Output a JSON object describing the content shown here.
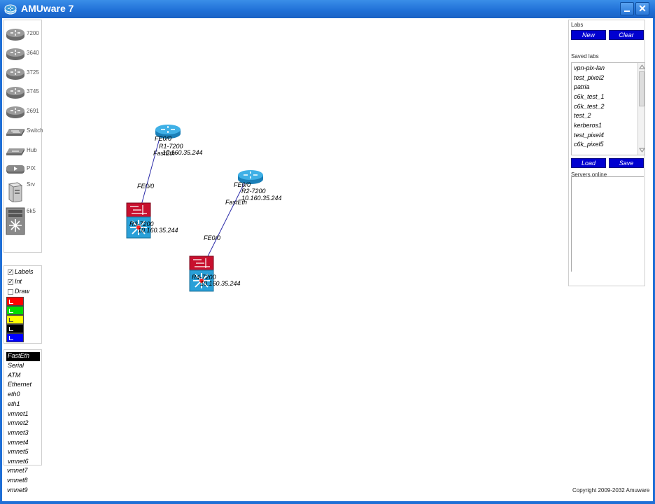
{
  "window": {
    "title": "AMUware 7",
    "minimize_icon": "minimize-icon",
    "close_label": "✕"
  },
  "palette": {
    "items": [
      {
        "label": "7200",
        "icon": "router-icon"
      },
      {
        "label": "3640",
        "icon": "router-icon"
      },
      {
        "label": "3725",
        "icon": "router-icon"
      },
      {
        "label": "3745",
        "icon": "router-icon"
      },
      {
        "label": "2691",
        "icon": "router-icon"
      },
      {
        "label": "Switch",
        "icon": "switch-icon"
      },
      {
        "label": "Hub",
        "icon": "hub-icon"
      },
      {
        "label": "PIX",
        "icon": "firewall-icon"
      },
      {
        "label": "Srv",
        "icon": "server-icon"
      },
      {
        "label": "6k5",
        "icon": "chassis-icon"
      }
    ]
  },
  "options": {
    "checkboxes": [
      {
        "label": "Labels",
        "checked": true
      },
      {
        "label": "Int",
        "checked": true
      },
      {
        "label": "Draw",
        "checked": false
      }
    ],
    "colors": [
      "#ff0000",
      "#00dd00",
      "#ffff00",
      "#000000",
      "#0000ff"
    ]
  },
  "interfaces": {
    "selected": "FastEth",
    "items": [
      "FastEth",
      "Serial",
      "ATM",
      "Ethernet",
      "eth0",
      "eth1",
      "vmnet1",
      "vmnet2",
      "vmnet3",
      "vmnet4",
      "vmnet5",
      "vmnet6",
      "vmnet7",
      "vmnet8",
      "vmnet9"
    ]
  },
  "canvas": {
    "router1": {
      "intf_top": "FE0/0",
      "name": "R1-7200",
      "ip": "10.160.35.244",
      "intf_bottom": "FastEth"
    },
    "router2": {
      "intf_top": "FE0/0",
      "name": "R2-7200",
      "ip": "10.160.35.244",
      "intf_bottom": "FastEth"
    },
    "switch1": {
      "intf": "FE0/0",
      "name": "R3-7200",
      "ip": "10.160.35.244"
    },
    "switch2": {
      "intf": "FE0/0",
      "name": "R4-7200",
      "ip": "10.160.35.244"
    },
    "link_color": "#2a2aa8"
  },
  "labs": {
    "heading": "Labs",
    "new_label": "New",
    "clear_label": "Clear",
    "saved_heading": "Saved labs",
    "saved": [
      "vpn-pix-lan",
      "test_pixel2",
      "patria",
      "c6k_test_1",
      "c6k_test_2",
      "test_2",
      "kerberos1",
      "test_pixel4",
      "c6k_pixel5"
    ],
    "load_label": "Load",
    "save_label": "Save",
    "servers_heading": "Servers online"
  },
  "footer": {
    "copyright": "Copyright 2009-2032 Amuware"
  },
  "colors": {
    "titlebar": "#1f6fd6",
    "button": "#0000d0",
    "router": "#2aa0d8",
    "switch_top": "#c8102e",
    "switch_bottom": "#2aa0d8"
  }
}
